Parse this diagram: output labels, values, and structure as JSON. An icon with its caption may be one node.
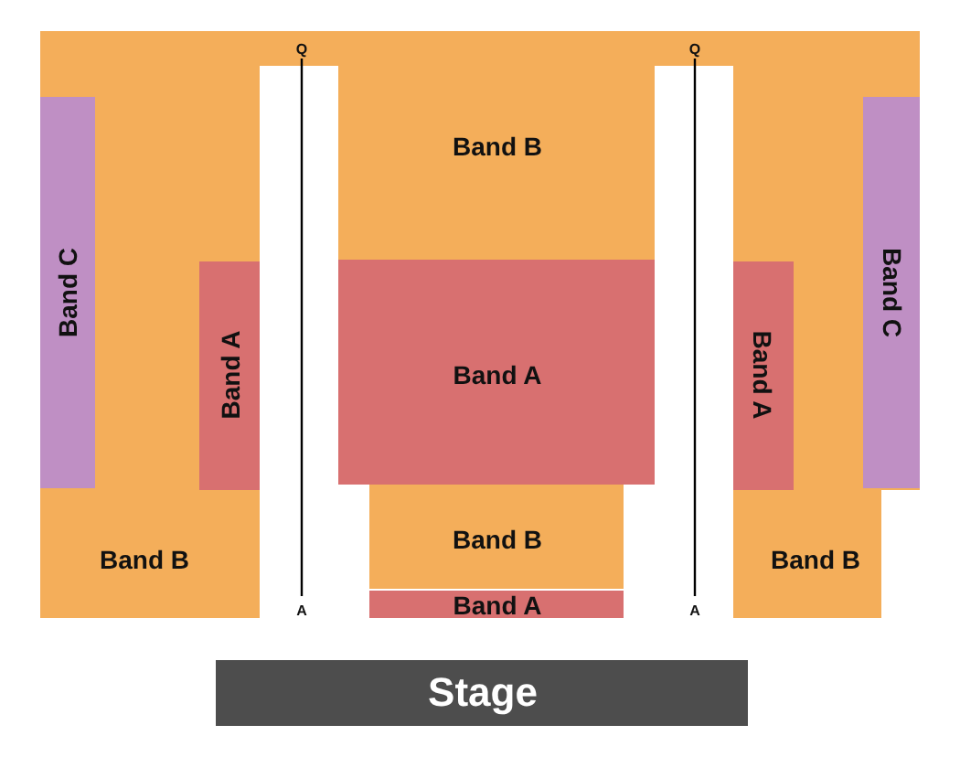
{
  "diagram": {
    "nodes": [
      {
        "text": [
          "Band B"
        ]
      },
      {
        "text": [
          "Band C"
        ],
        "in": 3
      },
      {
        "text": [
          "Band A"
        ],
        "in": 3
      },
      {
        "text": [
          "Band B"
        ]
      },
      {
        "text": [
          "Band A"
        ]
      },
      {
        "text": [
          "Band B"
        ]
      },
      {
        "text": [
          "Band A"
        ]
      },
      {
        "text": [
          "Band A"
        ],
        "in": 9
      },
      {
        "text": [
          "Band C"
        ],
        "in": 9
      },
      {
        "text": [
          "Band B"
        ]
      },
      {
        "text": [
          "Stage"
        ]
      }
    ],
    "edges": [],
    "labels": [
      "Q",
      "Q",
      "A",
      "A"
    ]
  }
}
